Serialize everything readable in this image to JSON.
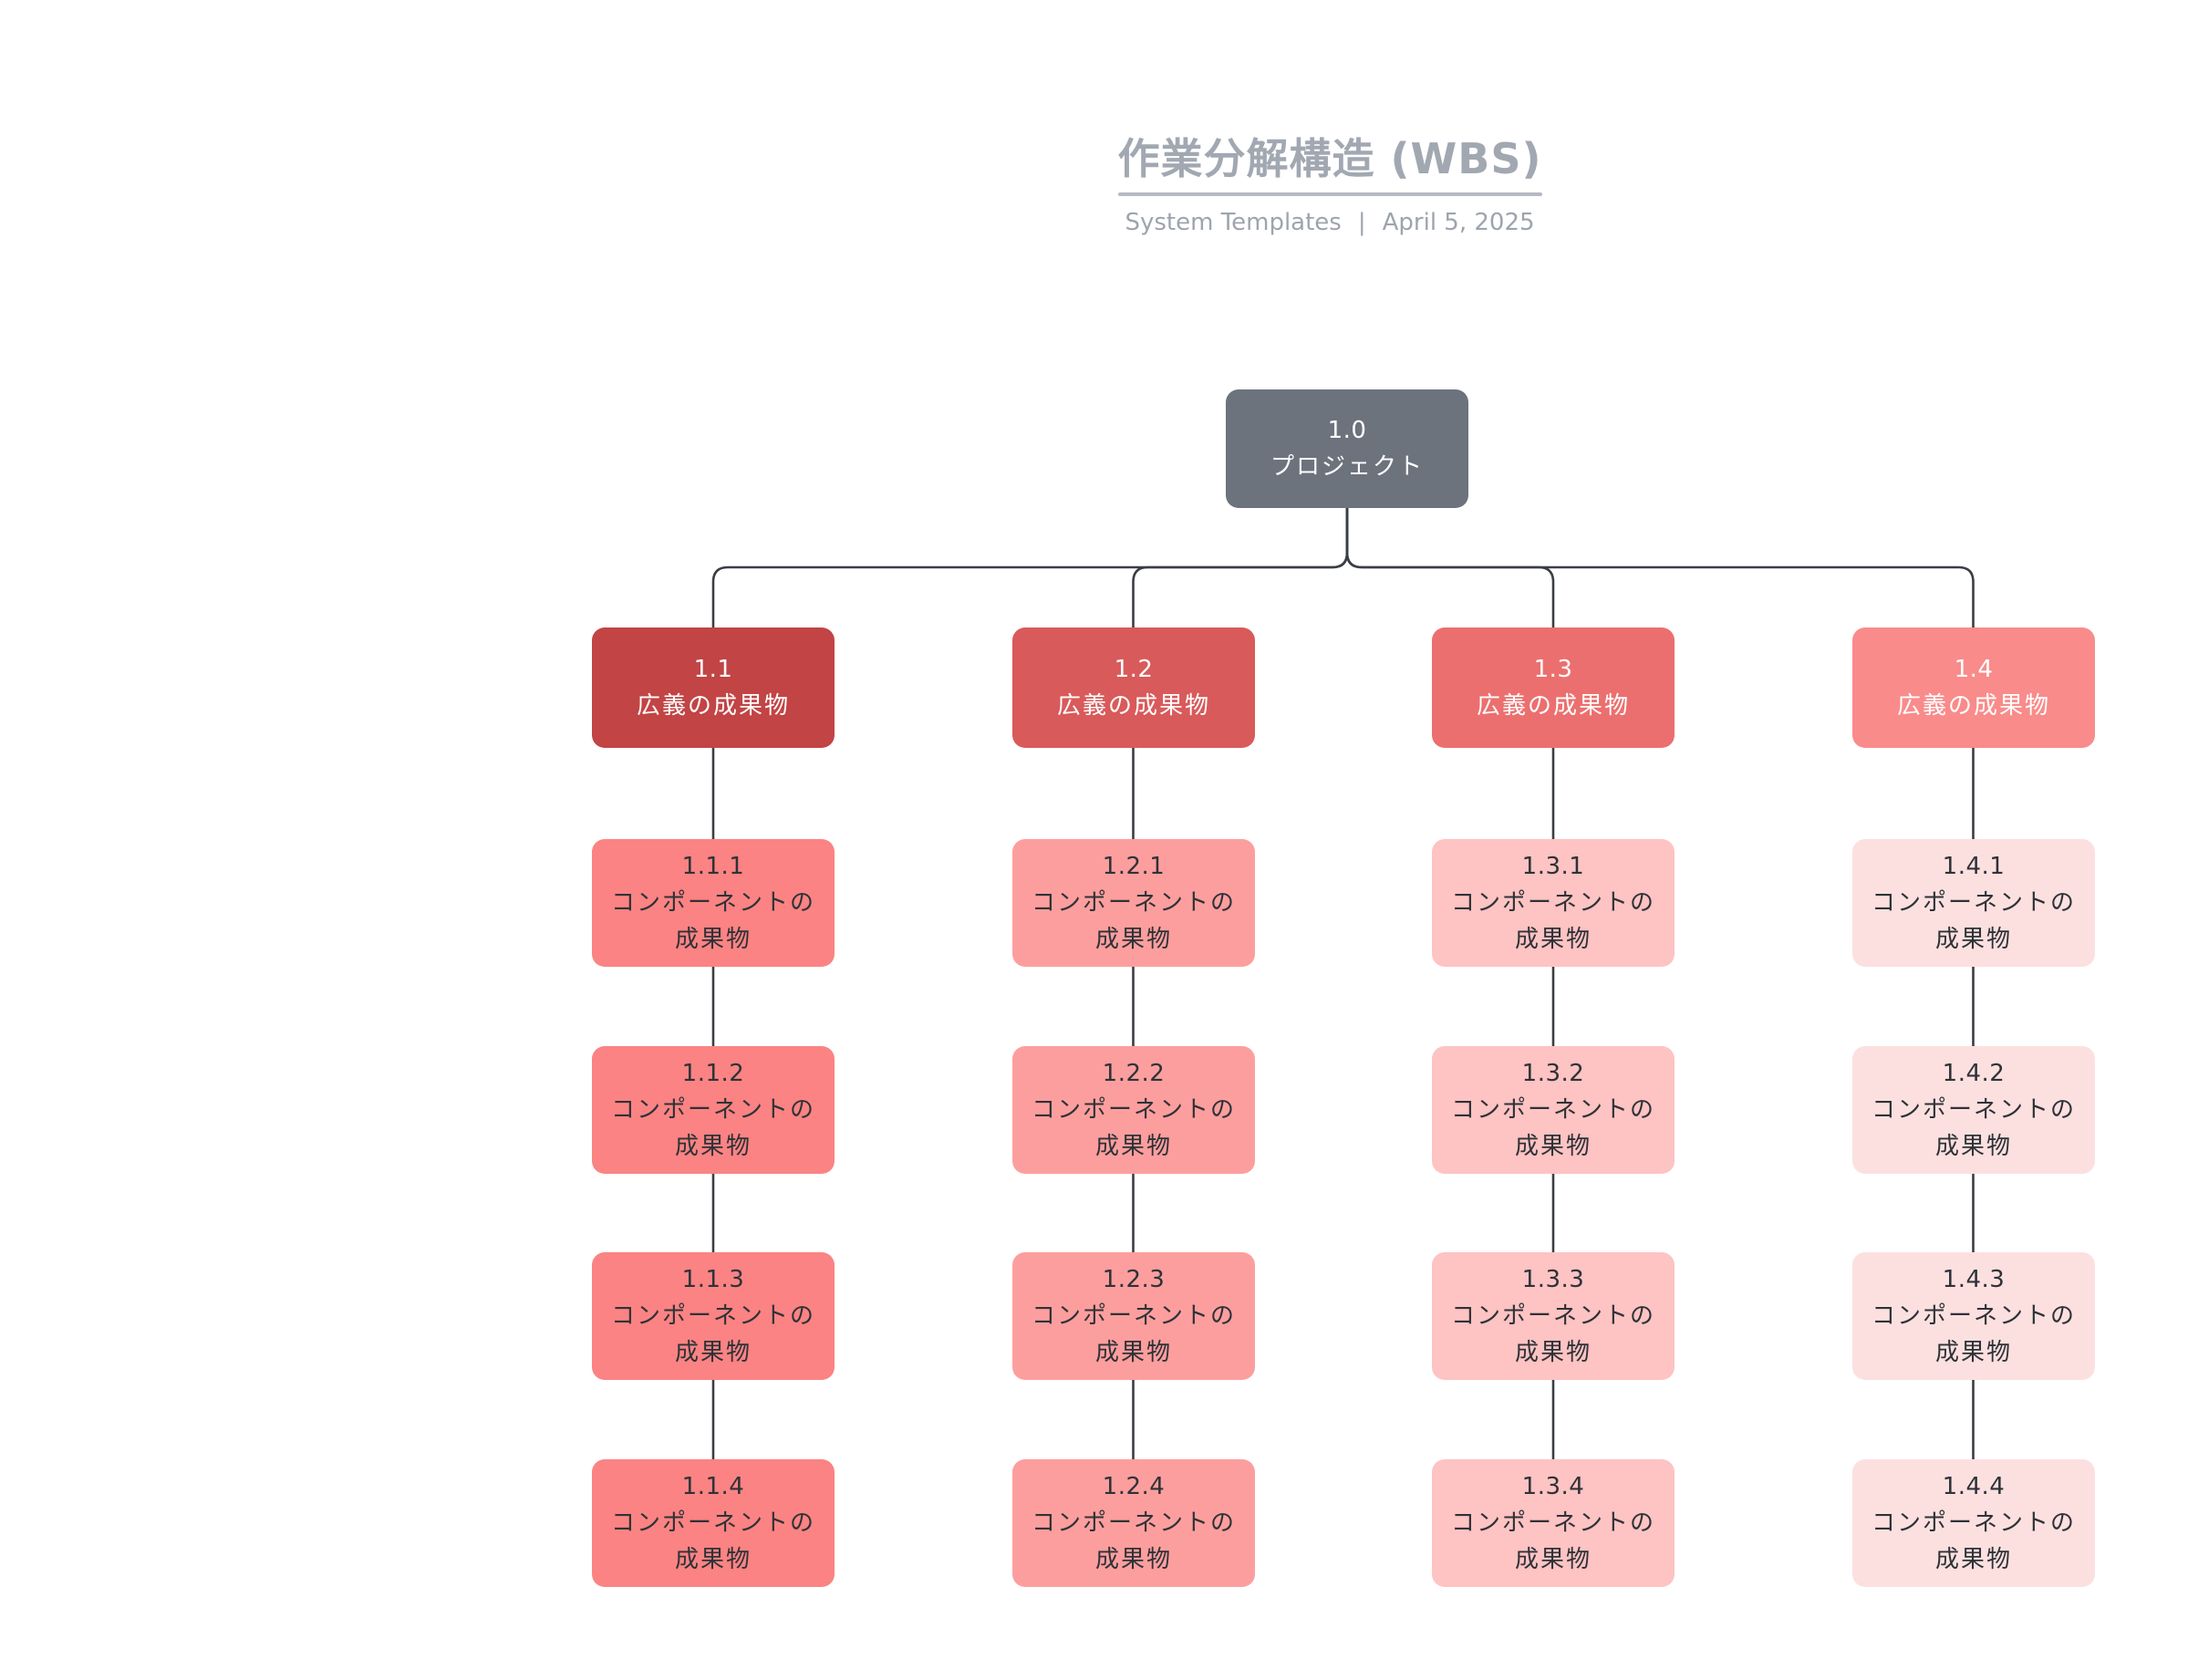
{
  "header": {
    "title": "作業分解構造 (WBS)",
    "subtitle_left": "System Templates",
    "subtitle_separator": "|",
    "subtitle_right": "April 5, 2025"
  },
  "colors": {
    "title": "#A2A8B2",
    "subtitle": "#9EA4AE",
    "underline": "#B5BAC3",
    "line": "#3A3E44",
    "root_bg": "#6C737C",
    "root_text": "#FFFFFF",
    "header_text": "#FFFFFF",
    "child_text": "#2E3237"
  },
  "root": {
    "id": "1.0",
    "label": "プロジェクト"
  },
  "columns": [
    {
      "id": "1.1",
      "label": "広義の成果物",
      "header_color": "#C24445",
      "child_color": "#FB8383",
      "children": [
        {
          "id": "1.1.1",
          "line1": "コンポーネントの",
          "line2": "成果物"
        },
        {
          "id": "1.1.2",
          "line1": "コンポーネントの",
          "line2": "成果物"
        },
        {
          "id": "1.1.3",
          "line1": "コンポーネントの",
          "line2": "成果物"
        },
        {
          "id": "1.1.4",
          "line1": "コンポーネントの",
          "line2": "成果物"
        }
      ]
    },
    {
      "id": "1.2",
      "label": "広義の成果物",
      "header_color": "#D95A5A",
      "child_color": "#FD9E9E",
      "children": [
        {
          "id": "1.2.1",
          "line1": "コンポーネントの",
          "line2": "成果物"
        },
        {
          "id": "1.2.2",
          "line1": "コンポーネントの",
          "line2": "成果物"
        },
        {
          "id": "1.2.3",
          "line1": "コンポーネントの",
          "line2": "成果物"
        },
        {
          "id": "1.2.4",
          "line1": "コンポーネントの",
          "line2": "成果物"
        }
      ]
    },
    {
      "id": "1.3",
      "label": "広義の成果物",
      "header_color": "#EC6F6F",
      "child_color": "#FEC3C3",
      "children": [
        {
          "id": "1.3.1",
          "line1": "コンポーネントの",
          "line2": "成果物"
        },
        {
          "id": "1.3.2",
          "line1": "コンポーネントの",
          "line2": "成果物"
        },
        {
          "id": "1.3.3",
          "line1": "コンポーネントの",
          "line2": "成果物"
        },
        {
          "id": "1.3.4",
          "line1": "コンポーネントの",
          "line2": "成果物"
        }
      ]
    },
    {
      "id": "1.4",
      "label": "広義の成果物",
      "header_color": "#F98B8B",
      "child_color": "#FCE0E0",
      "children": [
        {
          "id": "1.4.1",
          "line1": "コンポーネントの",
          "line2": "成果物"
        },
        {
          "id": "1.4.2",
          "line1": "コンポーネントの",
          "line2": "成果物"
        },
        {
          "id": "1.4.3",
          "line1": "コンポーネントの",
          "line2": "成果物"
        },
        {
          "id": "1.4.4",
          "line1": "コンポーネントの",
          "line2": "成果物"
        }
      ]
    }
  ]
}
